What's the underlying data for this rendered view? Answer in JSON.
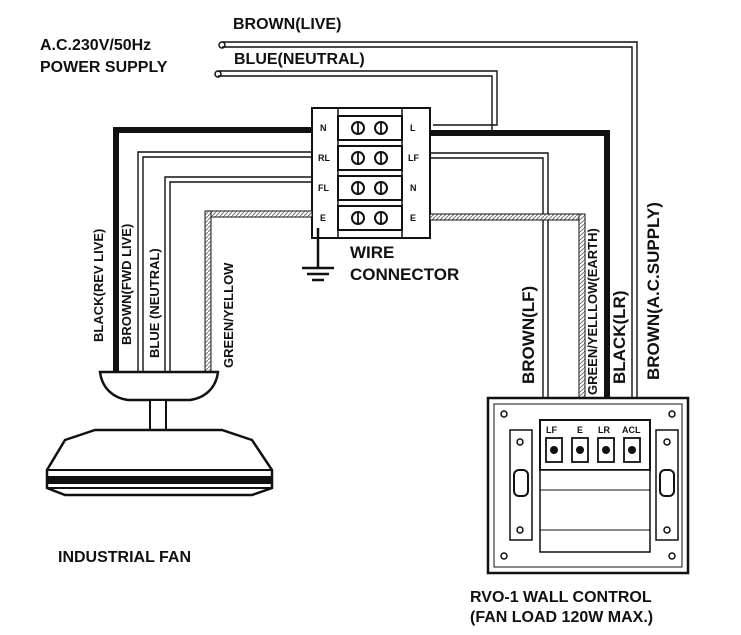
{
  "supply": {
    "line1": "A.C.230V/50Hz",
    "line2": "POWER SUPPLY"
  },
  "wires_top": {
    "live": "BROWN(LIVE)",
    "neutral": "BLUE(NEUTRAL)"
  },
  "fan_wires": {
    "rev": "BLACK(REV LIVE)",
    "fwd": "BROWN(FWD LIVE)",
    "neutral": "BLUE (NEUTRAL)",
    "earth": "GREEN/YELLOW"
  },
  "connector": {
    "line1": "WIRE",
    "line2": "CONNECTOR",
    "terminals_left": [
      "N",
      "RL",
      "FL",
      "E"
    ],
    "terminals_right": [
      "L",
      "LF",
      "N",
      "E"
    ]
  },
  "control_wires": {
    "lf": "BROWN(LF)",
    "earth": "GREEN/YELLLOW(EARTH)",
    "lr": "BLACK(LR)",
    "supply": "BROWN(A.C.SUPPLY)"
  },
  "control_terminals": [
    "LF",
    "E",
    "LR",
    "ACL"
  ],
  "fan_label": "INDUSTRIAL FAN",
  "control_label": {
    "line1": "RVO-1 WALL CONTROL",
    "line2": "(FAN LOAD 120W MAX.)"
  },
  "colors": {
    "ink": "#111111",
    "paper": "#ffffff",
    "hatch": "#8a8a8a"
  }
}
